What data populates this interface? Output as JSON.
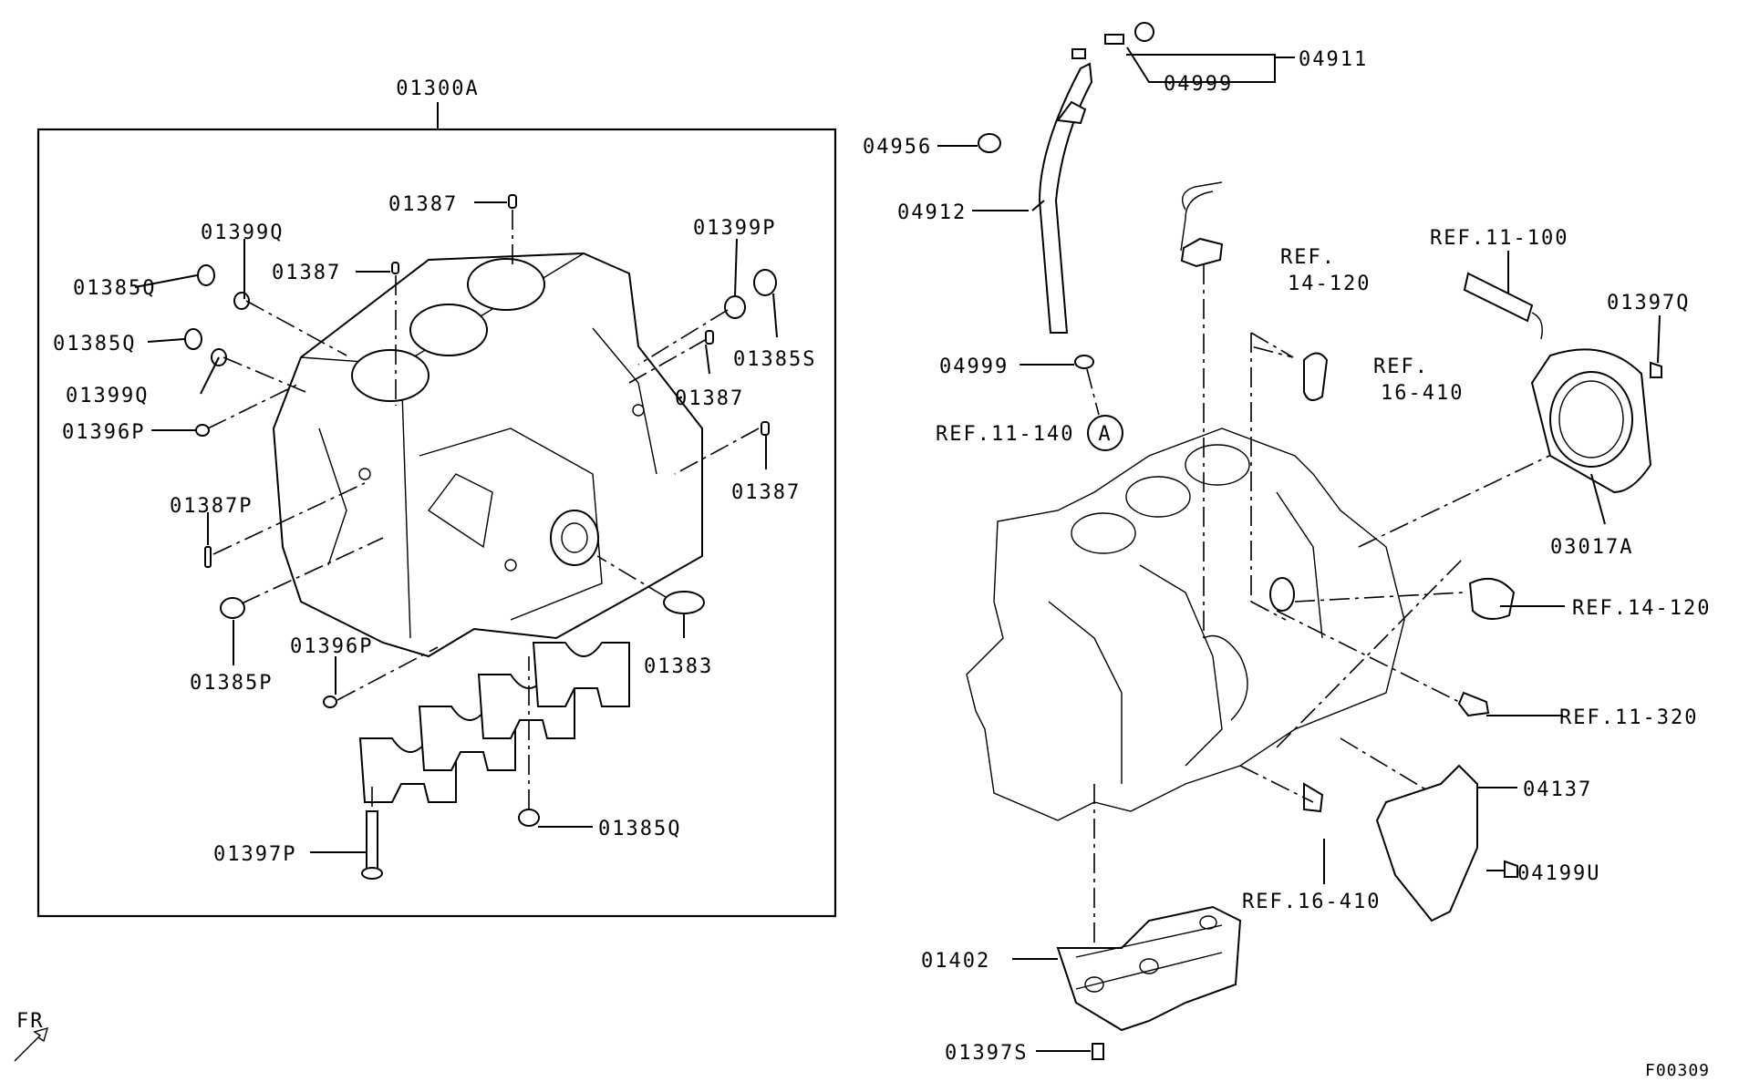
{
  "labels": {
    "block_assembly": "01300A",
    "pin_top": "01387",
    "pin_left": "01387",
    "pin_right": "01387",
    "pin_far_right": "01387",
    "pin_p": "01387P",
    "washer_q_top": "01399Q",
    "washer_q_left": "01399Q",
    "washer_p": "01399P",
    "plug_q_top": "01385Q",
    "plug_q_mid": "01385Q",
    "plug_q_bottom": "01385Q",
    "plug_s": "01385S",
    "plug_p": "01385P",
    "plug_396p_left": "01396P",
    "plug_396p_bottom": "01396P",
    "bushing": "01383",
    "bolt_397p": "01397P",
    "dipstick": "04911",
    "dipstick_oring_top": "04999",
    "dipstick_bolt": "04956",
    "dipstick_tube": "04912",
    "dipstick_oring": "04999",
    "ref_11_140": "REF.11-140",
    "circle_a": "A",
    "ref_14_120_top_a": "REF.",
    "ref_14_120_top_b": "14-120",
    "ref_16_410_top_a": "REF.",
    "ref_16_410_top_b": "16-410",
    "ref_11_100": "REF.11-100",
    "bolt_397q": "01397Q",
    "oil_seal_case": "03017A",
    "ref_14_120": "REF.14-120",
    "ref_11_320": "REF.11-320",
    "bracket": "04137",
    "bolt_199u": "04199U",
    "ref_16_410": "REF.16-410",
    "baffle": "01402",
    "bolt_397s": "01397S",
    "front": "FR",
    "figure_code": "F00309"
  },
  "colors": {
    "line": "#000000",
    "background": "#ffffff",
    "shade": "#d9d9d9"
  }
}
